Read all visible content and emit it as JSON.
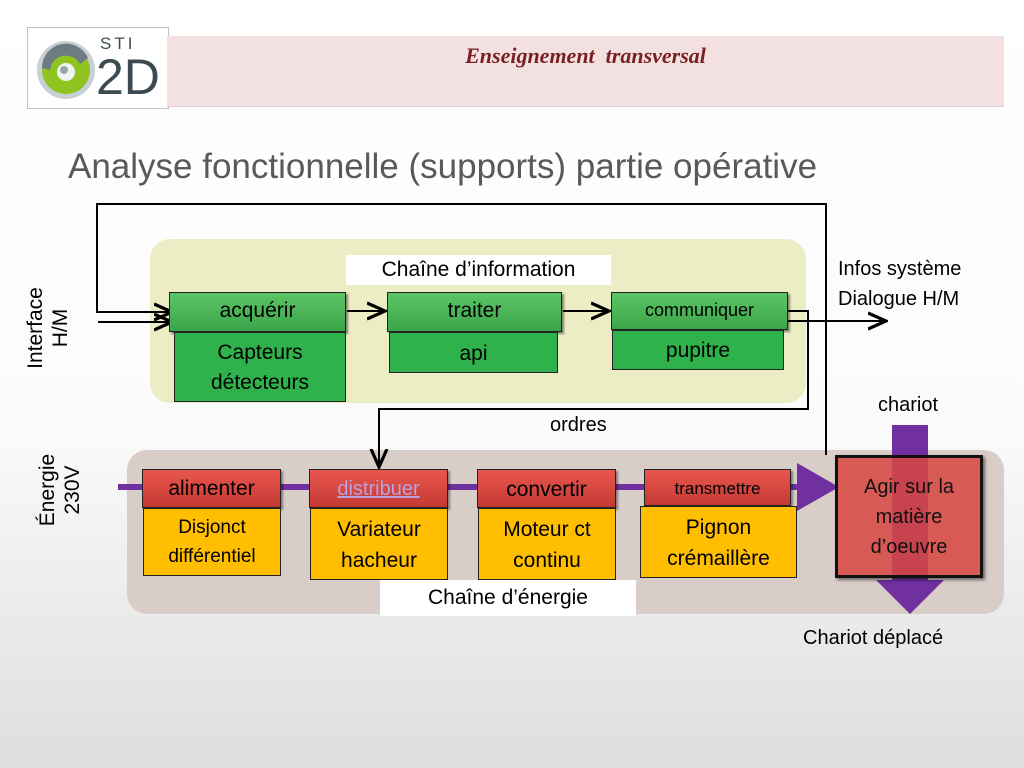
{
  "header": {
    "logo_small": "STI",
    "logo_big": "2D",
    "title": "Enseignement  transversal"
  },
  "slide_title": "Analyse fonctionnelle (supports) partie opérative",
  "info_chain": {
    "label": "Chaîne d’information",
    "functions": [
      {
        "verb": "acquérir",
        "component": "Capteurs détecteurs"
      },
      {
        "verb": "traiter",
        "component": "api"
      },
      {
        "verb": "communiquer",
        "component": "pupitre"
      }
    ]
  },
  "energy_chain": {
    "label": "Chaîne d’énergie",
    "functions": [
      {
        "verb": "alimenter",
        "component": "Disjonct différentiel"
      },
      {
        "verb": "distribuer",
        "component": "Variateur hacheur"
      },
      {
        "verb": "convertir",
        "component": "Moteur ct continu"
      },
      {
        "verb": "transmettre",
        "component": "Pignon crémaillère"
      }
    ]
  },
  "action": "Agir sur la matière d’oeuvre",
  "inputs": {
    "interface": "Interface H/M",
    "energy": "Énergie 230V"
  },
  "outputs": {
    "info_line1": "Infos système",
    "info_line2": "Dialogue H/M"
  },
  "ordres": "ordres",
  "material_in": "chariot",
  "material_out": "Chariot déplacé",
  "colors": {
    "header_band": "#f3e1e1",
    "header_text": "#7a1f22",
    "title_text": "#595959",
    "info_zone": "#ecedc5",
    "energy_zone": "#d9cdc8",
    "green": "#2fb14b",
    "red": "#d6463f",
    "yellow": "#ffbf00",
    "purple": "#7030a0"
  }
}
